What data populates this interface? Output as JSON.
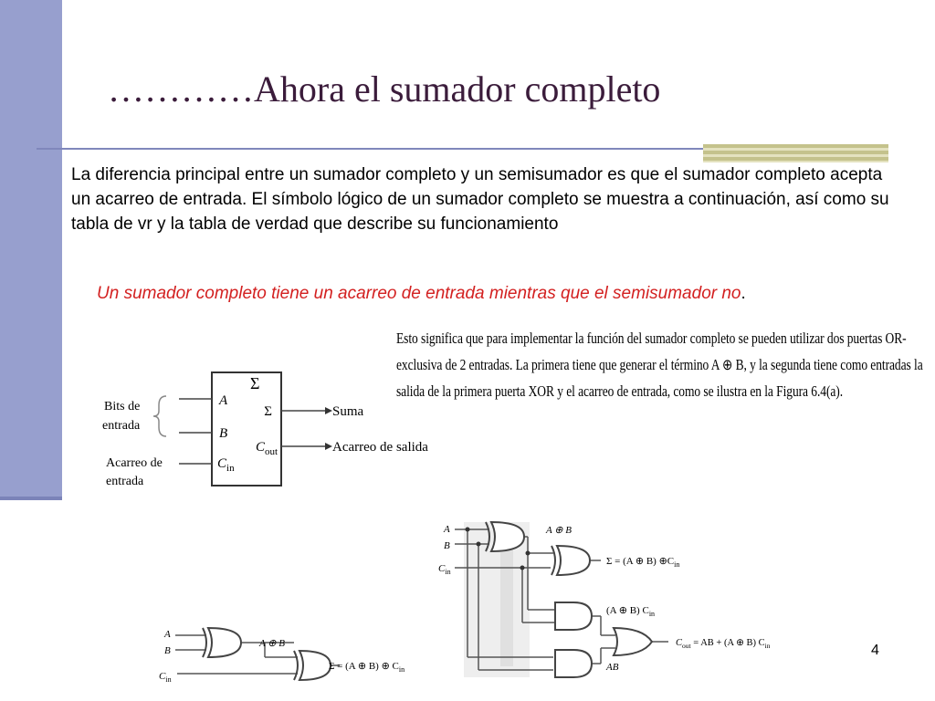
{
  "slide": {
    "title": "…………Ahora el sumador completo",
    "body": "La diferencia principal entre un sumador completo y un semisumador es que el sumador completo acepta un acarreo de entrada. El símbolo lógico de un sumador completo se muestra a continuación, así como su tabla de vr y la tabla de verdad que describe su funcionamiento",
    "highlight": "Un sumador completo tiene un acarreo de entrada mientras que el semisumador no",
    "highlight_end": ".",
    "scan_text": "Esto significa que para implementar la función del sumador completo se pueden utilizar dos puertas OR-exclusiva de 2 entradas. La primera tiene que generar el término A ⊕ B, y la segunda tiene como entradas la salida de la primera puerta XOR y el acarreo de entrada, como se ilustra en la Figura 6.4(a).",
    "page_number": "4"
  },
  "symbol": {
    "label_bits_1": "Bits de",
    "label_bits_2": "entrada",
    "label_carry_1": "Acarreo de",
    "label_carry_2": "entrada",
    "sigma_top": "Σ",
    "input_a": "A",
    "input_b": "B",
    "input_c": "C",
    "input_c_sub": "in",
    "out_sigma": "Σ",
    "out_c": "C",
    "out_c_sub": "out",
    "label_sum": "Suma",
    "label_carry_out": "Acarreo de salida"
  },
  "half_circuit": {
    "a": "A",
    "b": "B",
    "c": "C",
    "c_sub": "in",
    "xor1_out": "A ⊕ B",
    "sum": "Σ = (A ⊕ B) ⊕ C",
    "sum_sub": "in"
  },
  "full_circuit": {
    "a": "A",
    "b": "B",
    "c": "C",
    "c_sub": "in",
    "xor1_out": "A ⊕ B",
    "sum": "Σ = (A ⊕ B) ⊕C",
    "sum_sub": "in",
    "and1_out": "(A ⊕ B) C",
    "and1_sub": "in",
    "and2_out": "AB",
    "cout_lhs": "C",
    "cout_sub": "out",
    "cout_rhs": " = AB + (A ⊕ B) C",
    "cout_rhs_sub": "in"
  }
}
